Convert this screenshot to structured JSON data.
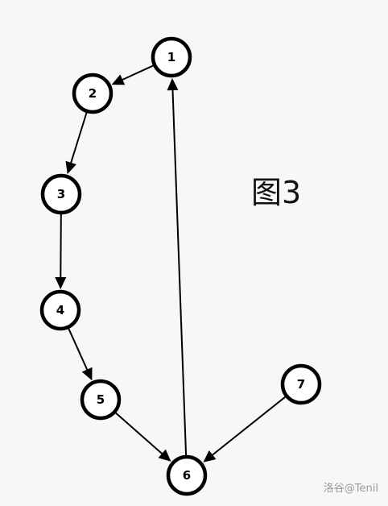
{
  "figure_label": "图3",
  "watermark": "洛谷@Tenil",
  "colors": {
    "background": "#f7f7f7",
    "node_fill": "#ffffff",
    "node_stroke": "#000000",
    "edge": "#000000"
  },
  "graph": {
    "directed": true,
    "nodes": [
      {
        "id": "1",
        "label": "1"
      },
      {
        "id": "2",
        "label": "2"
      },
      {
        "id": "3",
        "label": "3"
      },
      {
        "id": "4",
        "label": "4"
      },
      {
        "id": "5",
        "label": "5"
      },
      {
        "id": "6",
        "label": "6"
      },
      {
        "id": "7",
        "label": "7"
      }
    ],
    "edges": [
      {
        "from": "1",
        "to": "2"
      },
      {
        "from": "2",
        "to": "3"
      },
      {
        "from": "3",
        "to": "4"
      },
      {
        "from": "4",
        "to": "5"
      },
      {
        "from": "5",
        "to": "6"
      },
      {
        "from": "6",
        "to": "1"
      },
      {
        "from": "7",
        "to": "6"
      }
    ]
  }
}
